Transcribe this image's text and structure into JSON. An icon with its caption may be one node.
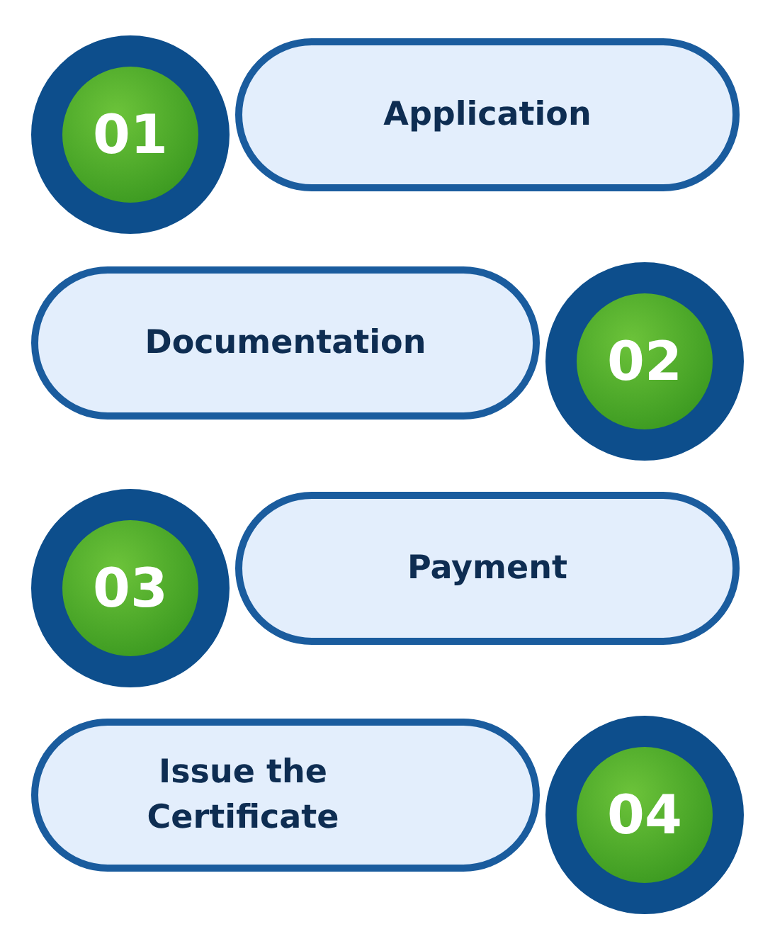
{
  "diagram": {
    "nodes": [
      {
        "text": [
          "01"
        ]
      },
      {
        "text": [
          "Application"
        ]
      },
      {
        "text": [
          "Documentation"
        ]
      },
      {
        "text": [
          "02"
        ]
      },
      {
        "text": [
          "03"
        ]
      },
      {
        "text": [
          "Payment"
        ]
      },
      {
        "text": [
          "Issue the Certificate"
        ]
      },
      {
        "text": [
          "04"
        ]
      }
    ],
    "edges": []
  }
}
